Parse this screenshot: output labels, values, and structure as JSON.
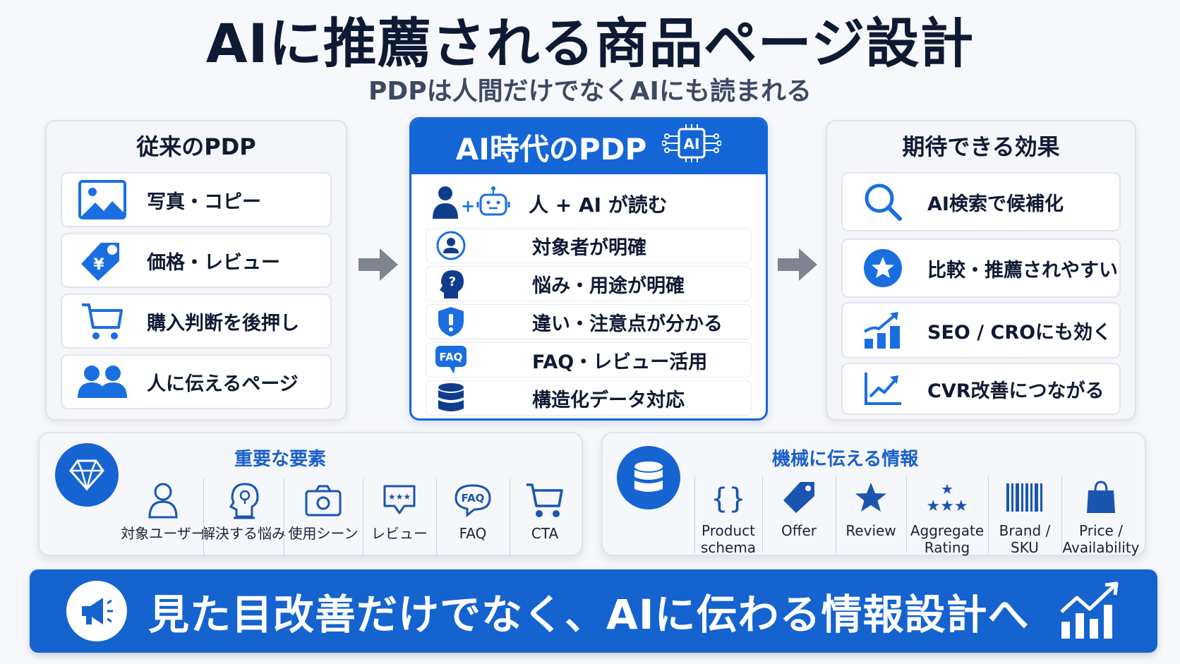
{
  "header": {
    "title": "AIに推薦される商品ページ設計",
    "subtitle": "PDPは人間だけでなくAIにも読まれる"
  },
  "colors": {
    "primary_blue": "#1466d6",
    "dark_text": "#0f1b33",
    "subtitle_gray": "#3c4a63",
    "arrow_gray": "#7d8591",
    "card_bg": "#f4f6fa"
  },
  "traditional_pdp": {
    "title": "従来のPDP",
    "items": [
      {
        "icon": "image-icon",
        "label": "写真・コピー"
      },
      {
        "icon": "yen-price-tag-icon",
        "label": "価格・レビュー"
      },
      {
        "icon": "shopping-cart-icon",
        "label": "購入判断を後押し"
      },
      {
        "icon": "people-icon",
        "label": "人に伝えるページ"
      }
    ]
  },
  "ai_pdp": {
    "title": "AI時代のPDP",
    "header_icon": "ai-chip-icon",
    "header_icon_text": "AI",
    "lead": {
      "icon": "person-plus-robot-icon",
      "label": "人 + AI が読む"
    },
    "items": [
      {
        "icon": "user-circle-icon",
        "label": "対象者が明確"
      },
      {
        "icon": "head-question-icon",
        "label": "悩み・用途が明確"
      },
      {
        "icon": "shield-alert-icon",
        "label": "違い・注意点が分かる"
      },
      {
        "icon": "faq-bubble-icon",
        "label": "FAQ・レビュー活用",
        "icon_text": "FAQ"
      },
      {
        "icon": "database-icon",
        "label": "構造化データ対応"
      }
    ]
  },
  "expected_effects": {
    "title": "期待できる効果",
    "items": [
      {
        "icon": "search-icon",
        "label": "AI検索で候補化"
      },
      {
        "icon": "star-circle-icon",
        "label": "比較・推薦されやすい"
      },
      {
        "icon": "growth-bar-chart-icon",
        "label": "SEO / CROにも効く"
      },
      {
        "icon": "trend-line-chart-icon",
        "label": "CVR改善につながる"
      }
    ]
  },
  "key_elements": {
    "title": "重要な要素",
    "badge_icon": "diamond-icon",
    "items": [
      {
        "icon": "user-outline-icon",
        "label": "対象ユーザー"
      },
      {
        "icon": "head-lightbulb-icon",
        "label": "解決する悩み"
      },
      {
        "icon": "camera-icon",
        "label": "使用シーン"
      },
      {
        "icon": "review-bubble-icon",
        "label": "レビュー"
      },
      {
        "icon": "faq-outline-icon",
        "label": "FAQ",
        "icon_text": "FAQ"
      },
      {
        "icon": "cart-outline-icon",
        "label": "CTA"
      }
    ]
  },
  "machine_info": {
    "title": "機械に伝える情報",
    "badge_icon": "database-icon",
    "items": [
      {
        "icon": "curly-braces-icon",
        "label_line1": "Product",
        "label_line2": "schema"
      },
      {
        "icon": "tag-icon",
        "label_line1": "Offer",
        "label_line2": ""
      },
      {
        "icon": "star-icon",
        "label_line1": "Review",
        "label_line2": ""
      },
      {
        "icon": "stars-rating-icon",
        "label_line1": "Aggregate",
        "label_line2": "Rating"
      },
      {
        "icon": "barcode-icon",
        "label_line1": "Brand /",
        "label_line2": "SKU"
      },
      {
        "icon": "shopping-bag-icon",
        "label_line1": "Price /",
        "label_line2": "Availability"
      }
    ]
  },
  "banner": {
    "icon": "megaphone-icon",
    "text": "見た目改善だけでなく、AIに伝わる情報設計へ",
    "right_icon": "growth-chart-icon"
  }
}
